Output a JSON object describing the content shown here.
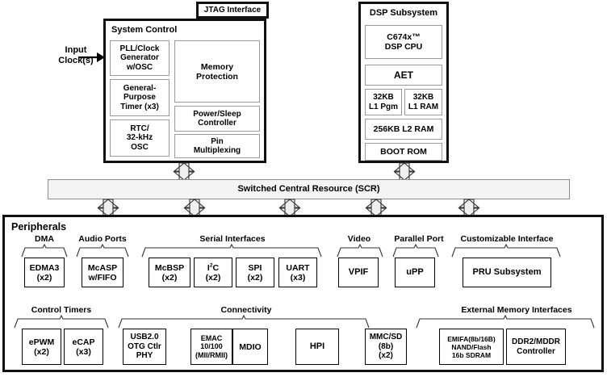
{
  "diagram": {
    "jtag": {
      "label": "JTAG Interface"
    },
    "input_clock": {
      "line1": "Input",
      "line2": "Clock(s)"
    },
    "system_control": {
      "title": "System Control",
      "blocks": [
        {
          "id": "pll",
          "lines": [
            "PLL/Clock",
            "Generator",
            "w/OSC"
          ]
        },
        {
          "id": "gpt",
          "lines": [
            "General-",
            "Purpose",
            "Timer (x3)"
          ]
        },
        {
          "id": "rtc",
          "lines": [
            "RTC/",
            "32-kHz",
            "OSC"
          ]
        },
        {
          "id": "memprot",
          "lines": [
            "Memory",
            "Protection"
          ]
        },
        {
          "id": "pwrsleep",
          "lines": [
            "Power/Sleep",
            "Controller"
          ]
        },
        {
          "id": "pinmux",
          "lines": [
            "Pin",
            "Multiplexing"
          ]
        }
      ]
    },
    "dsp_subsystem": {
      "title": "DSP Subsystem",
      "blocks": [
        {
          "id": "cpu",
          "lines": [
            "C674x™",
            "DSP CPU"
          ]
        },
        {
          "id": "aet",
          "lines": [
            "AET"
          ]
        },
        {
          "id": "l1pgm",
          "lines": [
            "32KB",
            "L1 Pgm"
          ]
        },
        {
          "id": "l1ram",
          "lines": [
            "32KB",
            "L1 RAM"
          ]
        },
        {
          "id": "l2ram",
          "lines": [
            "256KB L2 RAM"
          ]
        },
        {
          "id": "bootrom",
          "lines": [
            "BOOT ROM"
          ]
        }
      ]
    },
    "scr": {
      "label": "Switched Central Resource (SCR)"
    },
    "peripherals": {
      "title": "Peripherals",
      "groups": [
        {
          "id": "dma",
          "caption": "DMA"
        },
        {
          "id": "audio",
          "caption": "Audio Ports"
        },
        {
          "id": "serial",
          "caption": "Serial Interfaces"
        },
        {
          "id": "video",
          "caption": "Video"
        },
        {
          "id": "parallel",
          "caption": "Parallel Port"
        },
        {
          "id": "customizable",
          "caption": "Customizable Interface"
        },
        {
          "id": "ctrltimers",
          "caption": "Control Timers"
        },
        {
          "id": "connectivity",
          "caption": "Connectivity"
        },
        {
          "id": "extmem",
          "caption": "External Memory Interfaces"
        }
      ],
      "blocks": [
        {
          "id": "edma3",
          "lines": [
            "EDMA3",
            "(x2)"
          ]
        },
        {
          "id": "mcasp",
          "lines": [
            "McASP",
            "w/FIFO"
          ]
        },
        {
          "id": "mcbsp",
          "lines": [
            "McBSP",
            "(x2)"
          ]
        },
        {
          "id": "i2c",
          "lines": [
            "I2C",
            "(x2)"
          ],
          "sup": "2"
        },
        {
          "id": "spi",
          "lines": [
            "SPI",
            "(x2)"
          ]
        },
        {
          "id": "uart",
          "lines": [
            "UART",
            "(x3)"
          ]
        },
        {
          "id": "vpif",
          "lines": [
            "VPIF"
          ]
        },
        {
          "id": "upp",
          "lines": [
            "uPP"
          ]
        },
        {
          "id": "pru",
          "lines": [
            "PRU Subsystem"
          ]
        },
        {
          "id": "epwm",
          "lines": [
            "ePWM",
            "(x2)"
          ]
        },
        {
          "id": "ecap",
          "lines": [
            "eCAP",
            "(x3)"
          ]
        },
        {
          "id": "usb",
          "lines": [
            "USB2.0",
            "OTG Ctlr",
            "PHY"
          ]
        },
        {
          "id": "emac",
          "lines": [
            "EMAC",
            "10/100",
            "(MII/RMII)"
          ]
        },
        {
          "id": "mdio",
          "lines": [
            "MDIO"
          ]
        },
        {
          "id": "hpi",
          "lines": [
            "HPI"
          ]
        },
        {
          "id": "mmcsd",
          "lines": [
            "MMC/SD",
            "(8b)",
            "(x2)"
          ]
        },
        {
          "id": "emifa",
          "lines": [
            "EMIFA(8b/16B)",
            "NAND/Flash",
            "16b SDRAM"
          ]
        },
        {
          "id": "ddr2",
          "lines": [
            "DDR2/MDDR",
            "Controller"
          ]
        }
      ]
    },
    "colors": {
      "outline_heavy": "#111111",
      "outline_light": "#000000",
      "outline_grey": "#9a9a9a",
      "scr_fill": "#f4f4f4",
      "arrow_fill": "#efefef",
      "page_bg": "#ffffff"
    }
  }
}
